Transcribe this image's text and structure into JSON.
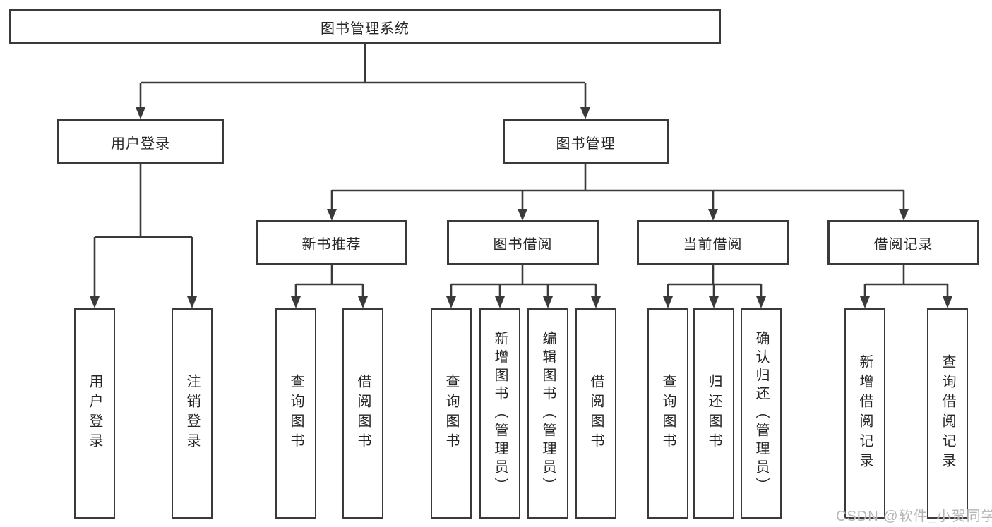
{
  "colors": {
    "line": "#3a3a3a",
    "box_border": "#3a3a3a",
    "box_background": "#ffffff",
    "text": "#262626",
    "watermark": "#b5b5b5",
    "page_background": "#ffffff"
  },
  "tree": {
    "root": "图书管理系统",
    "user_login": {
      "label": "用户登录",
      "leaves": [
        "用户登录",
        "注销登录"
      ]
    },
    "book_mgmt": {
      "label": "图书管理",
      "groups": [
        {
          "label": "新书推荐",
          "leaves": [
            "查询图书",
            "借阅图书"
          ]
        },
        {
          "label": "图书借阅",
          "leaves": [
            "查询图书",
            "新增图书（管理员）",
            "编辑图书（管理员）",
            "借阅图书"
          ]
        },
        {
          "label": "当前借阅",
          "leaves": [
            "查询图书",
            "归还图书",
            "确认归还（管理员）"
          ]
        },
        {
          "label": "借阅记录",
          "leaves": [
            "新增借阅记录",
            "查询借阅记录"
          ]
        }
      ]
    }
  },
  "watermark": {
    "text": "CSDN @软件_小贺同学"
  }
}
